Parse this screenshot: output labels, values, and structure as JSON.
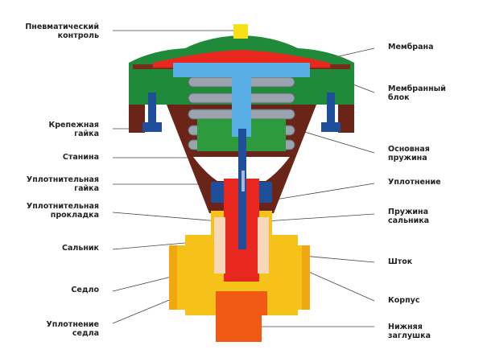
{
  "left_labels": [
    {
      "id": "pneumatic-control",
      "lines": [
        "Пневматический",
        "контроль"
      ]
    },
    {
      "id": "mounting-nut",
      "lines": [
        "Крепежная",
        "гайка"
      ]
    },
    {
      "id": "frame",
      "lines": [
        "Станина"
      ]
    },
    {
      "id": "sealing-nut",
      "lines": [
        "Уплотнительная",
        "гайка"
      ]
    },
    {
      "id": "sealing-gasket",
      "lines": [
        "Уплотнительная",
        "прокладка"
      ]
    },
    {
      "id": "gland",
      "lines": [
        "Сальник"
      ]
    },
    {
      "id": "seat",
      "lines": [
        "Седло"
      ]
    },
    {
      "id": "seat-seal",
      "lines": [
        "Уплотнение",
        "седла"
      ]
    }
  ],
  "right_labels": [
    {
      "id": "membrane",
      "lines": [
        "Мембрана"
      ]
    },
    {
      "id": "membrane-block",
      "lines": [
        "Мембранный",
        "блок"
      ]
    },
    {
      "id": "main-spring",
      "lines": [
        "Основная",
        "пружина"
      ]
    },
    {
      "id": "seal",
      "lines": [
        "Уплотнение"
      ]
    },
    {
      "id": "gland-spring",
      "lines": [
        "Пружина",
        "сальника"
      ]
    },
    {
      "id": "stem",
      "lines": [
        "Шток"
      ]
    },
    {
      "id": "body",
      "lines": [
        "Корпус"
      ]
    },
    {
      "id": "bottom-plug",
      "lines": [
        "Нижняя",
        "заглушка"
      ]
    }
  ],
  "colors": {
    "green": "#1f8a3a",
    "brown": "#6b2418",
    "blue": "#1f4e9a",
    "lightblue": "#5aaee8",
    "yellow": "#f6c21a",
    "red": "#e8281e",
    "orange": "#f05a14",
    "spring": "#9aa4ae"
  }
}
